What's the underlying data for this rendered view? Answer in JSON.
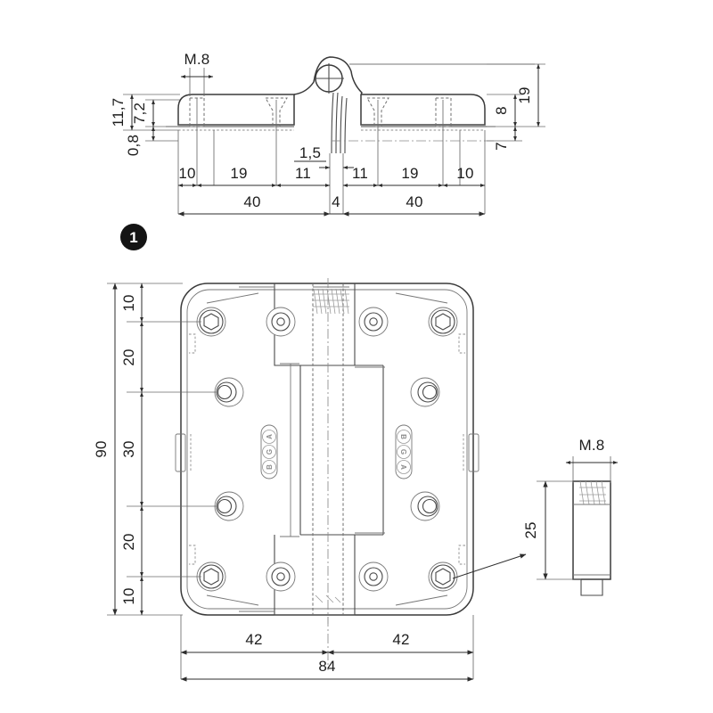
{
  "drawing": {
    "title": "Hinge technical drawing",
    "background_color": "#ffffff",
    "line_color": "#4a4a4a",
    "text_color": "#1d1d1d",
    "brand": "AGB"
  },
  "top_view": {
    "balloon_label": "1",
    "thread_label": "M.8",
    "dimensions_vertical_left": [
      {
        "value": "11,7"
      },
      {
        "value": "7,2"
      },
      {
        "value": "0,8"
      }
    ],
    "dimensions_vertical_right": [
      {
        "value": "19"
      },
      {
        "value": "8"
      },
      {
        "value": "7"
      }
    ],
    "dimensions_chain": [
      {
        "value": "10"
      },
      {
        "value": "19"
      },
      {
        "value": "11"
      },
      {
        "value": "11"
      },
      {
        "value": "19"
      },
      {
        "value": "10"
      }
    ],
    "dimension_gap": {
      "value": "1,5"
    },
    "dimensions_totals": [
      {
        "value": "40"
      },
      {
        "value": "4"
      },
      {
        "value": "40"
      }
    ]
  },
  "front_view": {
    "dimensions_vertical_chain": [
      {
        "value": "10"
      },
      {
        "value": "20"
      },
      {
        "value": "30"
      },
      {
        "value": "20"
      },
      {
        "value": "10"
      }
    ],
    "dimension_vertical_total": {
      "value": "90"
    },
    "dimensions_horizontal_chain": [
      {
        "value": "42"
      },
      {
        "value": "42"
      }
    ],
    "dimension_horizontal_total": {
      "value": "84"
    },
    "logo_left": {
      "letters": [
        "A",
        "G",
        "B"
      ]
    },
    "logo_right": {
      "letters": [
        "B",
        "G",
        "A"
      ]
    }
  },
  "detail_view": {
    "thread_label": "M.8",
    "length_label": "25"
  }
}
